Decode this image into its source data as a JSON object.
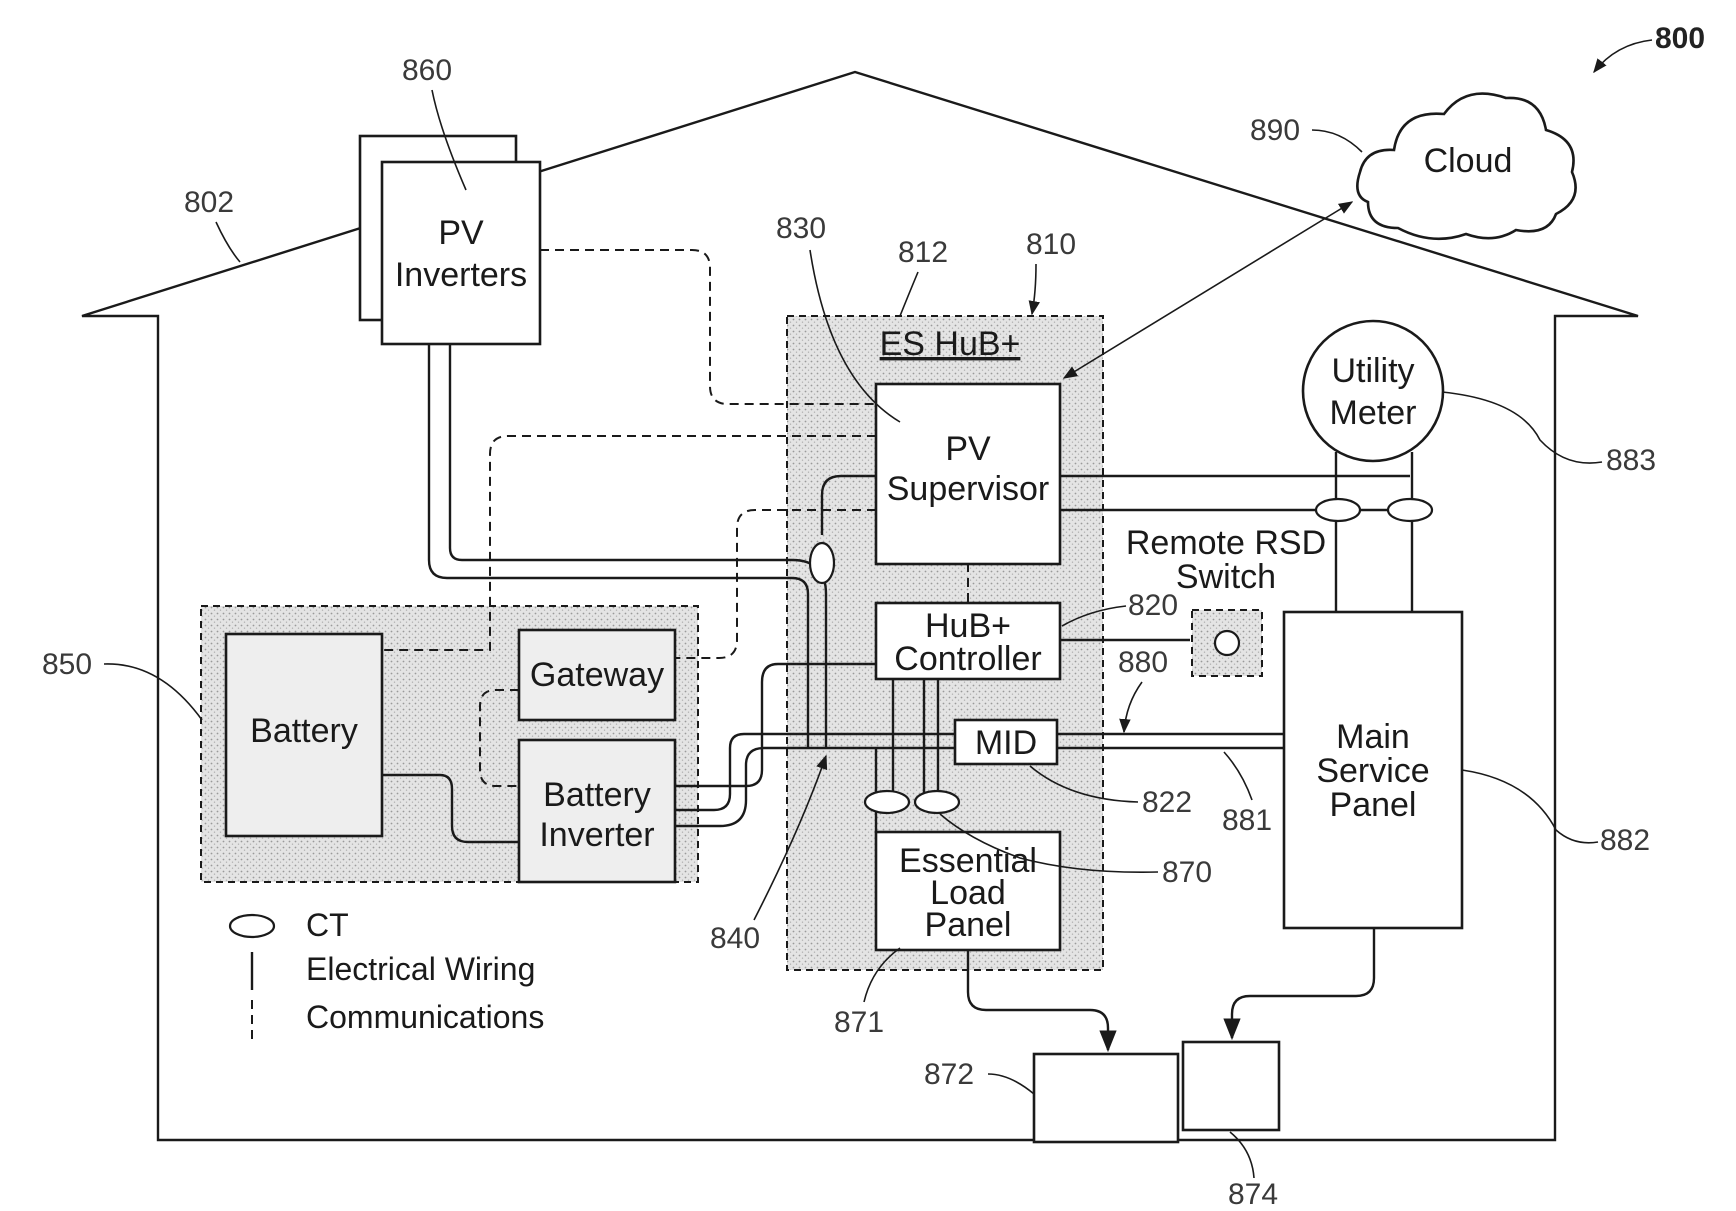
{
  "figure_ref": "800",
  "blocks": {
    "pv_inverters": [
      "PV",
      "Inverters"
    ],
    "cloud": "Cloud",
    "es_hub": "ES HuB+",
    "pv_supervisor": [
      "PV",
      "Supervisor"
    ],
    "hub_controller": [
      "HuB+",
      "Controller"
    ],
    "mid": "MID",
    "essential_load_panel": [
      "Essential",
      "Load",
      "Panel"
    ],
    "utility_meter": [
      "Utility",
      "Meter"
    ],
    "remote_rsd_switch": [
      "Remote RSD",
      "Switch"
    ],
    "main_service_panel": [
      "Main",
      "Service",
      "Panel"
    ],
    "battery": "Battery",
    "gateway": "Gateway",
    "battery_inverter": [
      "Battery",
      "Inverter"
    ]
  },
  "refs": {
    "house": "802",
    "pv_inverters": "860",
    "cloud": "890",
    "pv_supervisor": "830",
    "es_hub_inner": "812",
    "es_hub": "810",
    "utility_meter": "883",
    "hub_controller": "820",
    "feed_880": "880",
    "battery": "850",
    "mid": "822",
    "wire_881": "881",
    "main_service_panel": "882",
    "ct_870": "870",
    "wire_840": "840",
    "essential_load_panel": "871",
    "load_872": "872",
    "load_874": "874"
  },
  "legend": {
    "ct": "CT",
    "wiring": "Electrical Wiring",
    "comms": "Communications"
  }
}
